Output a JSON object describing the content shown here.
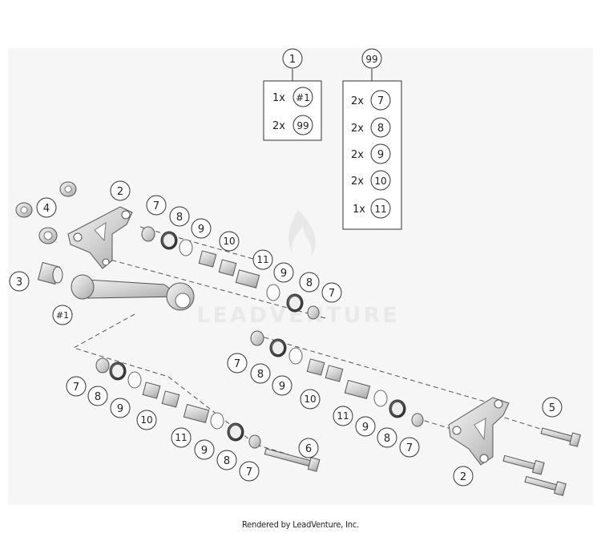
{
  "watermark": "LEADVENTURE",
  "footer": "Rendered by LeadVenture, Inc.",
  "kit_1": {
    "callout": "1",
    "rows": [
      {
        "qty": "1x",
        "ref": "#1"
      },
      {
        "qty": "2x",
        "ref": "99"
      }
    ]
  },
  "kit_99": {
    "callout": "99",
    "rows": [
      {
        "qty": "2x",
        "ref": "7"
      },
      {
        "qty": "2x",
        "ref": "8"
      },
      {
        "qty": "2x",
        "ref": "9"
      },
      {
        "qty": "2x",
        "ref": "10"
      },
      {
        "qty": "1x",
        "ref": "11"
      }
    ]
  },
  "callouts": {
    "c2_top": "2",
    "c4": "4",
    "c3": "3",
    "c1_rod": "#1",
    "c7a": "7",
    "c8a": "8",
    "c9a": "9",
    "c10a": "10",
    "c11b": "11",
    "c9b": "9",
    "c8b": "8",
    "c7b": "7",
    "c7c": "7",
    "c8c": "8",
    "c9c": "9",
    "c10c": "10",
    "c11d": "11",
    "c9d": "9",
    "c8d": "8",
    "c7d": "7",
    "c7e": "7",
    "c8e": "8",
    "c9e": "9",
    "c10e": "10",
    "c11f": "11",
    "c9f": "9",
    "c8f": "8",
    "c7f": "7",
    "c6": "6",
    "c5": "5",
    "c2_bottom": "2"
  }
}
